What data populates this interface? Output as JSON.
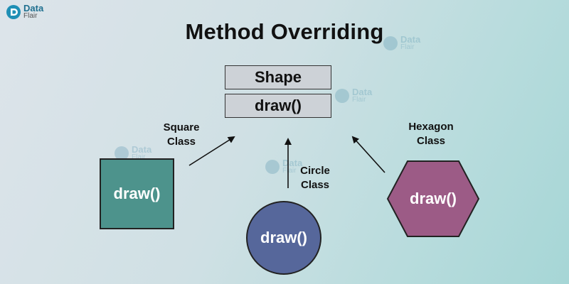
{
  "logo": {
    "line1": "Data",
    "line2": "Flair"
  },
  "title": "Method Overriding",
  "parent": {
    "name": "Shape",
    "method": "draw()"
  },
  "children": {
    "square": {
      "label_line1": "Square",
      "label_line2": "Class",
      "method": "draw()",
      "color": "#4d938c"
    },
    "circle": {
      "label_line1": "Circle",
      "label_line2": "Class",
      "method": "draw()",
      "color": "#56679b"
    },
    "hexagon": {
      "label_line1": "Hexagon",
      "label_line2": "Class",
      "method": "draw()",
      "color": "#9c5b86"
    }
  },
  "colors": {
    "accent": "#1f6f8f",
    "class_box": "#cdd2d7"
  }
}
